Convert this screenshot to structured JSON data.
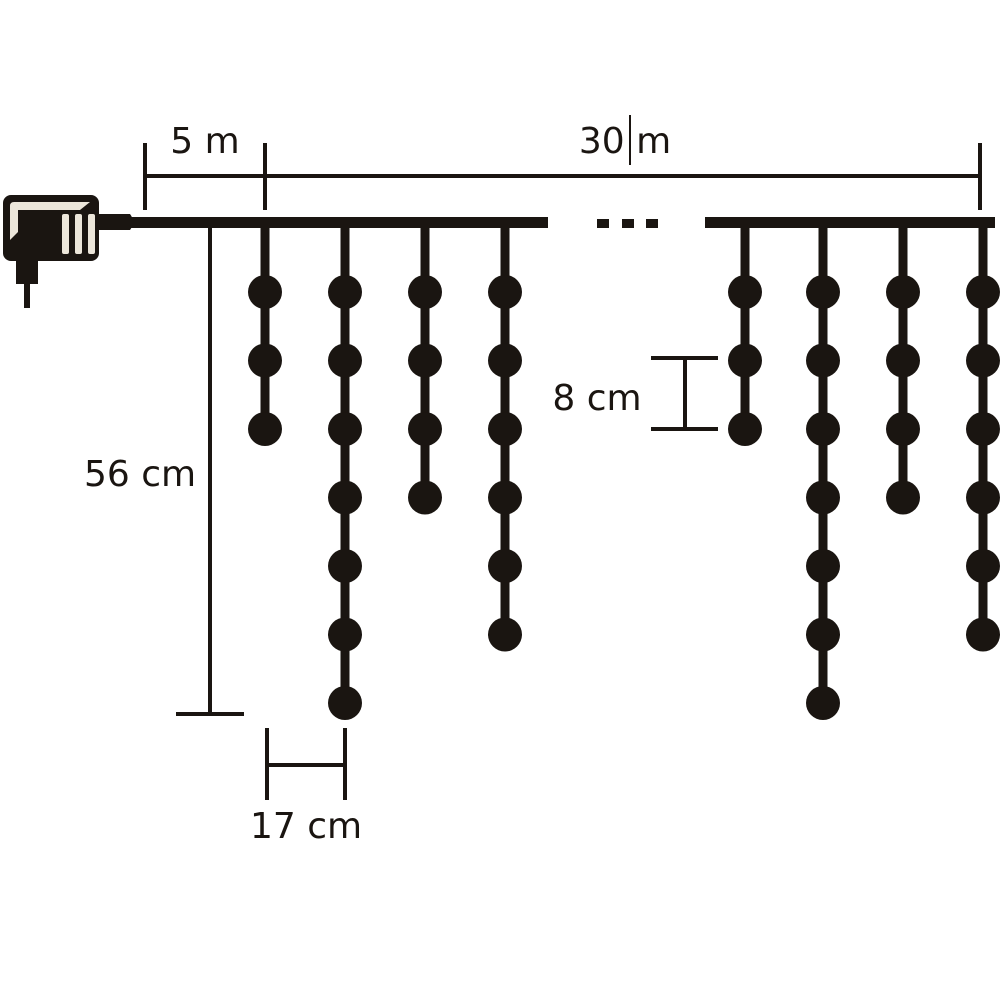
{
  "labels": {
    "lead_cable": "5 m",
    "total_length": "30 m",
    "max_drop": "56 cm",
    "bulb_spacing": "8 cm",
    "strand_spacing": "17 cm"
  },
  "continuation": "...",
  "strands_left": [
    3,
    7,
    4,
    6
  ],
  "strands_right": [
    3,
    7,
    4,
    6
  ],
  "colors": {
    "ink": "#1a1511",
    "plug_highlight": "#ece6da"
  }
}
